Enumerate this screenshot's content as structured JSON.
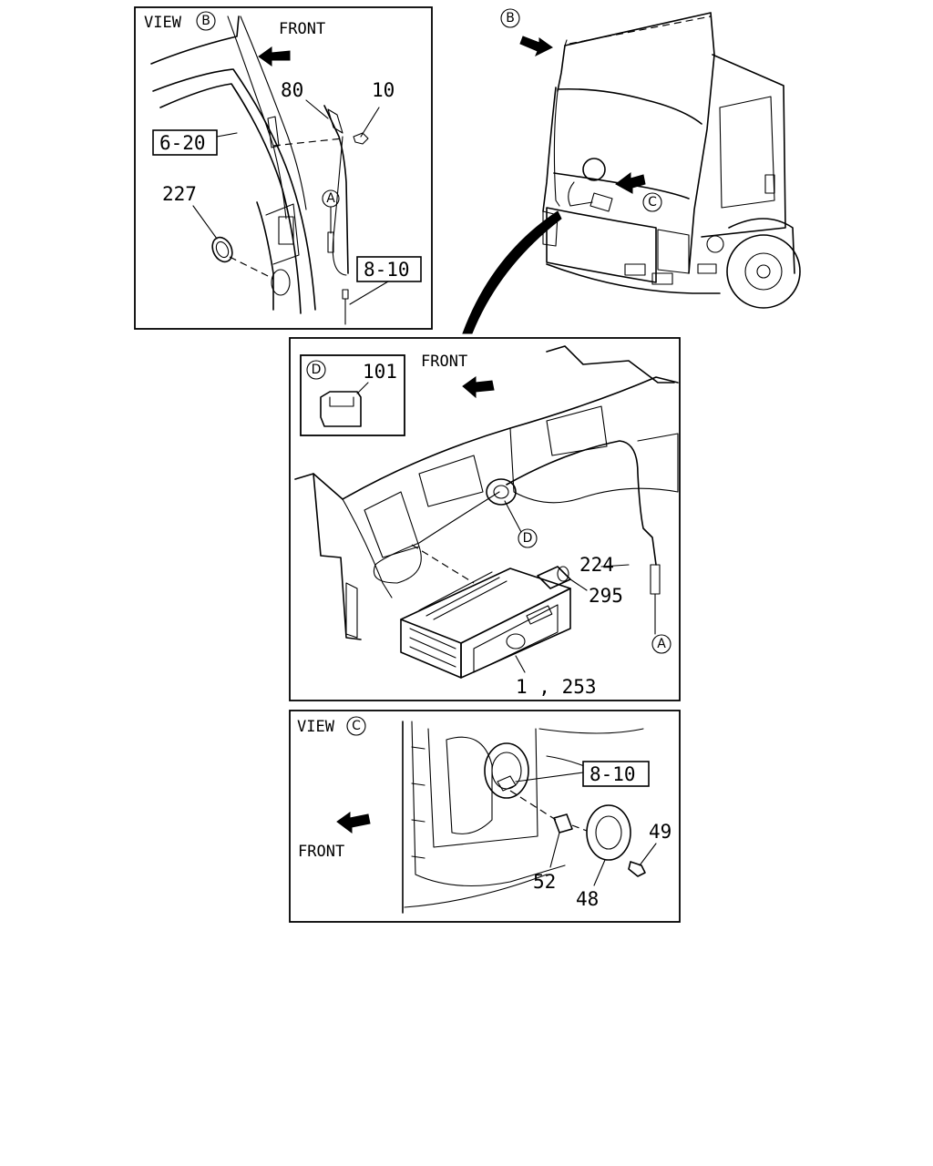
{
  "panels": {
    "view_b": {
      "view_word": "VIEW",
      "view_letter": "B",
      "front_label": "FRONT",
      "callouts": [
        "80",
        "10",
        "227"
      ],
      "ref_boxes": [
        "6-20",
        "8-10"
      ],
      "marker_a": "A"
    },
    "truck": {
      "marker_b": "B",
      "marker_c": "C"
    },
    "radio": {
      "front_label": "FRONT",
      "inset_marker": "D",
      "inset_callout": "101",
      "marker_d": "D",
      "marker_a": "A",
      "callouts": [
        "224",
        "295",
        "1 , 253"
      ]
    },
    "view_c": {
      "view_word": "VIEW",
      "view_letter": "C",
      "front_label": "FRONT",
      "ref_box": "8-10",
      "callouts": [
        "49",
        "52",
        "48"
      ]
    }
  },
  "colors": {
    "ink": "#000000",
    "paper": "#ffffff"
  }
}
